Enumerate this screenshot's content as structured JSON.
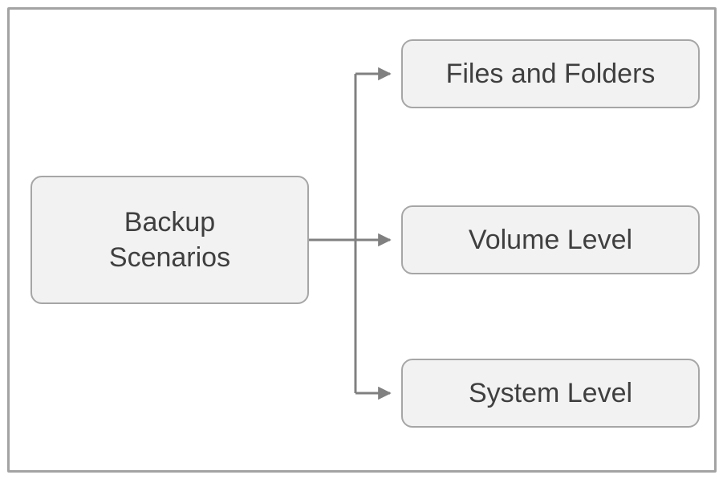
{
  "diagram": {
    "root": {
      "label": "Backup\nScenarios"
    },
    "children": [
      {
        "label": "Files and Folders"
      },
      {
        "label": "Volume Level"
      },
      {
        "label": "System Level"
      }
    ]
  },
  "colors": {
    "frame_border": "#a3a3a3",
    "node_fill": "#f2f2f2",
    "node_border": "#a6a6a6",
    "arrow_color": "#808080",
    "text_color": "#3f3f3f"
  }
}
